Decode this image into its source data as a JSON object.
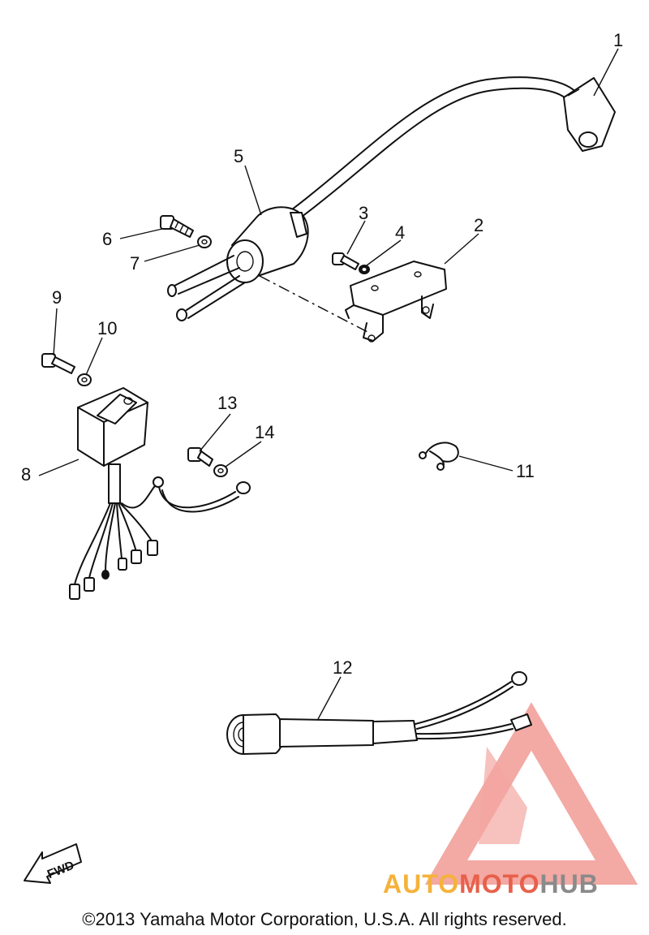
{
  "callouts": {
    "c1": "1",
    "c2": "2",
    "c3": "3",
    "c4": "4",
    "c5": "5",
    "c6": "6",
    "c7": "7",
    "c8": "8",
    "c9": "9",
    "c10": "10",
    "c11": "11",
    "c12": "12",
    "c13": "13",
    "c14": "14"
  },
  "fwd_label": "FWD",
  "watermark": {
    "part1": "AUTO",
    "part2": "MOTO",
    "part3": "HUB",
    "color1": "#f5b23a",
    "color2": "#e8604a",
    "color3": "#8a8a8a"
  },
  "copyright": "©2013 Yamaha Motor Corporation, U.S.A. All rights reserved."
}
